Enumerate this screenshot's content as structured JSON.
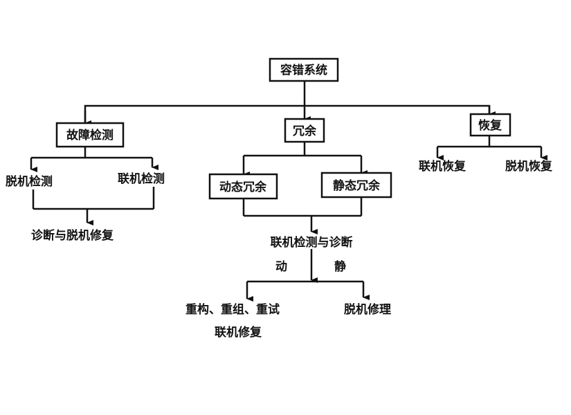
{
  "diagram": {
    "root": "容错系统",
    "branches": {
      "fault_detection": {
        "label": "故障检测",
        "children": [
          "脱机检测",
          "联机检测"
        ],
        "result": "诊断与脱机修复"
      },
      "redundancy": {
        "label": "冗余",
        "children": [
          "动态冗余",
          "静态冗余"
        ],
        "result": "联机检测与诊断",
        "edge_labels": [
          "动",
          "静"
        ],
        "outcomes": {
          "dynamic_line1": "重构、重组、重试",
          "dynamic_line2": "联机修复",
          "static": "脱机修理"
        }
      },
      "recovery": {
        "label": "恢复",
        "children": [
          "联机恢复",
          "脱机恢复"
        ]
      }
    }
  }
}
